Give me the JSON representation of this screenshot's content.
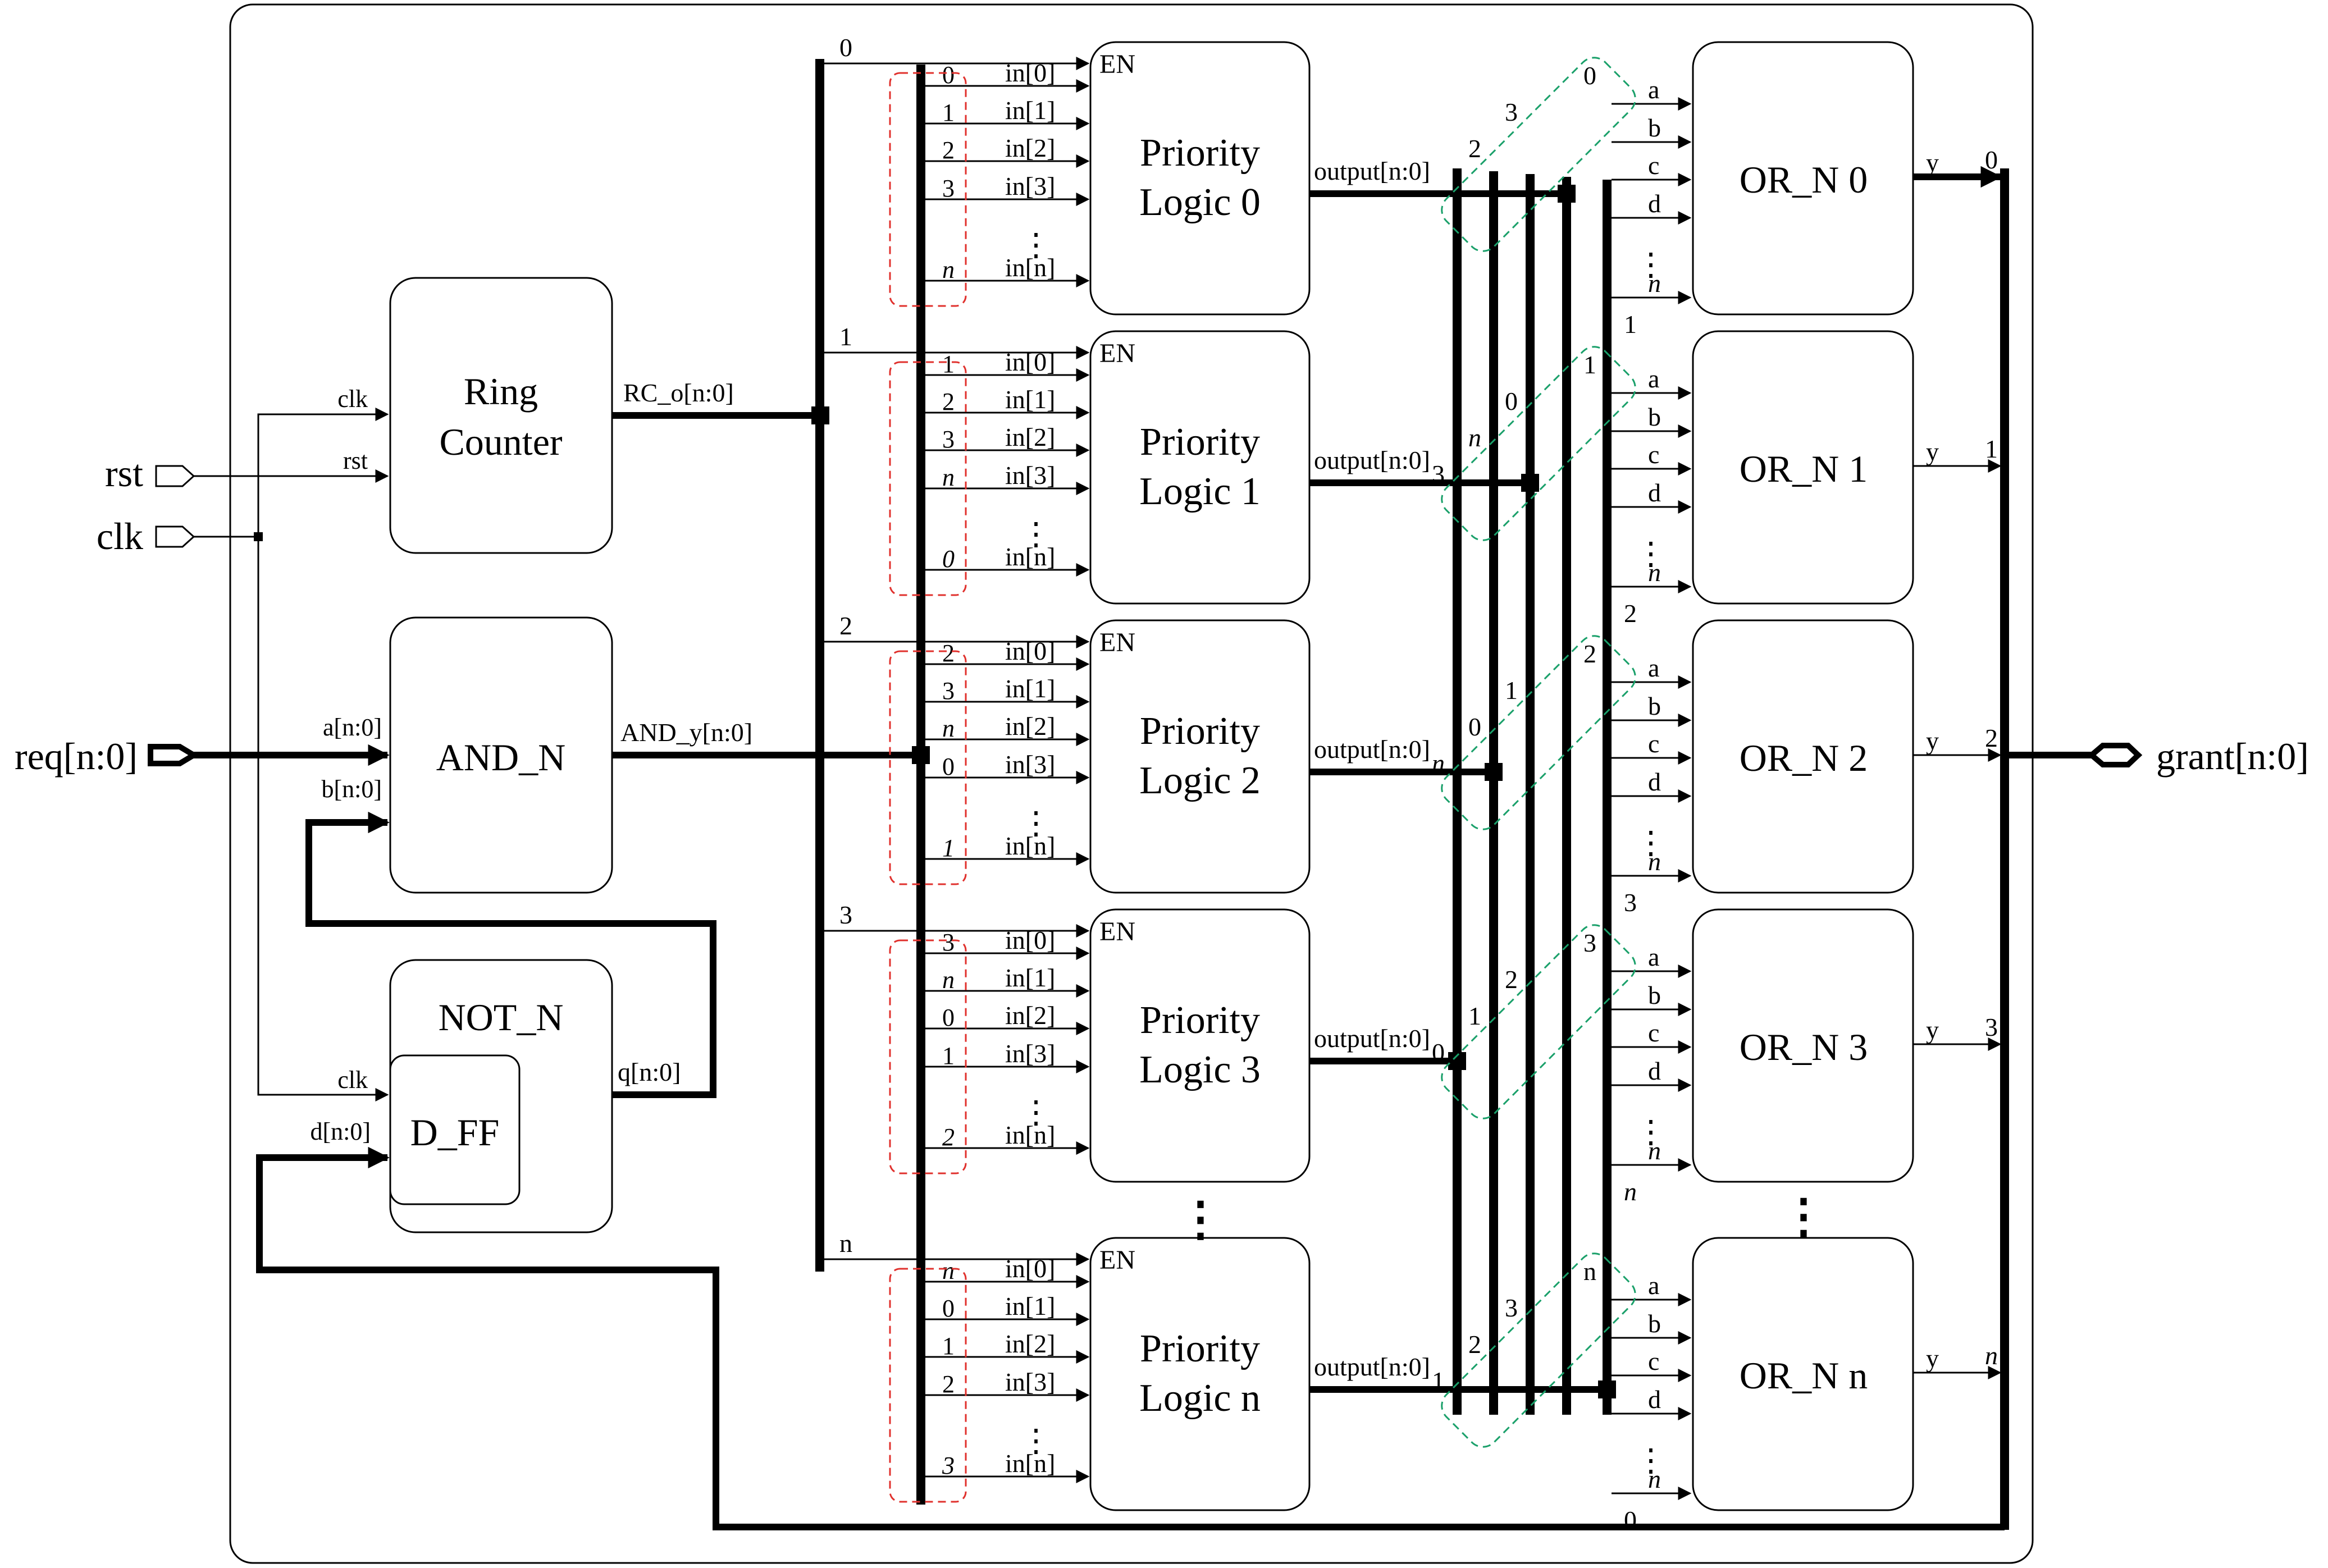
{
  "ports": {
    "rst": "rst",
    "clk": "clk",
    "req": "req[n:0]",
    "grant": "grant[n:0]"
  },
  "ring_counter": {
    "title_line1": "Ring",
    "title_line2": "Counter",
    "clk_pin": "clk",
    "rst_pin": "rst",
    "output": "RC_o[n:0]"
  },
  "and_n": {
    "title": "AND_N",
    "in_a": "a[n:0]",
    "in_b": "b[n:0]",
    "output": "AND_y[n:0]"
  },
  "not_n": {
    "title": "NOT_N",
    "inner": "D_FF",
    "clk_pin": "clk",
    "d_pin": "d[n:0]",
    "output": "q[n:0]"
  },
  "priority_logic": [
    {
      "line1": "Priority",
      "line2": "Logic 0",
      "rc_tap": "0",
      "bits": [
        "0",
        "1",
        "2",
        "3",
        "n"
      ]
    },
    {
      "line1": "Priority",
      "line2": "Logic 1",
      "rc_tap": "1",
      "bits": [
        "1",
        "2",
        "3",
        "n",
        "0"
      ]
    },
    {
      "line1": "Priority",
      "line2": "Logic 2",
      "rc_tap": "2",
      "bits": [
        "2",
        "3",
        "n",
        "0",
        "1"
      ]
    },
    {
      "line1": "Priority",
      "line2": "Logic 3",
      "rc_tap": "3",
      "bits": [
        "3",
        "n",
        "0",
        "1",
        "2"
      ]
    },
    {
      "line1": "Priority",
      "line2": "Logic n",
      "rc_tap": "n",
      "bits": [
        "n",
        "0",
        "1",
        "2",
        "3"
      ]
    }
  ],
  "pl_common": {
    "en": "EN",
    "inputs": [
      "in[0]",
      "in[1]",
      "in[2]",
      "in[3]",
      "in[n]"
    ],
    "output": "output[n:0]"
  },
  "or_n": [
    {
      "title": "OR_N 0",
      "y_idx": "0",
      "bits_top": "0",
      "bits": [
        "3",
        "2"
      ],
      "bit_n": "n",
      "bottom": "1"
    },
    {
      "title": "OR_N 1",
      "y_idx": "1",
      "bits_top": "1",
      "bits": [
        "0",
        "n",
        "3"
      ],
      "bottom": "2"
    },
    {
      "title": "OR_N 2",
      "y_idx": "2",
      "bits_top": "2",
      "bits": [
        "1",
        "0",
        "n"
      ],
      "bottom": "3"
    },
    {
      "title": "OR_N 3",
      "y_idx": "3",
      "bits_top": "3",
      "bits": [
        "2",
        "1",
        "0"
      ],
      "bottom": "n"
    },
    {
      "title": "OR_N n",
      "y_idx": "n",
      "bits_top": "n",
      "bits": [
        "3",
        "2",
        "1"
      ],
      "bottom": "0"
    }
  ],
  "or_common": {
    "inputs": [
      "a",
      "b",
      "c",
      "d",
      "n"
    ],
    "output": "y"
  },
  "ellipsis": "⋮"
}
